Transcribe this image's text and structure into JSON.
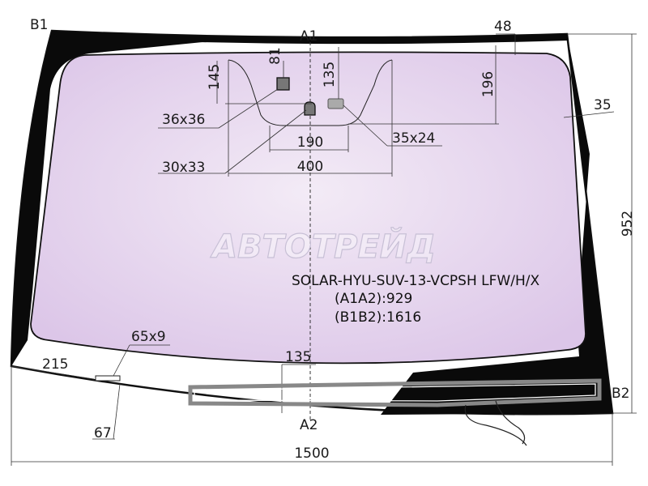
{
  "corner_labels": {
    "b1": "B1",
    "a1": "A1",
    "a2": "A2",
    "b2": "B2"
  },
  "dimensions": {
    "top_band": "48",
    "side_band": "35",
    "height": "952",
    "sensor_offset": "81",
    "mirror_height": "145",
    "cam_offset": "135",
    "zone_height": "196",
    "zone_width_inner": "190",
    "zone_width_outer": "400",
    "sensor_size_1": "36x36",
    "sensor_size_2": "30x33",
    "sensor_size_3": "35x24",
    "bottom_heater": "135",
    "vin_window": "65x9",
    "left_offset": "215",
    "bottom_offset": "67",
    "total_width": "1500"
  },
  "part": {
    "code": "SOLAR-HYU-SUV-13-VCPSH LFW/H/X",
    "a1a2": "(A1A2):929",
    "b1b2": "(B1B2):1616"
  },
  "watermark": "АВТОТРЕЙД",
  "colors": {
    "glass": "#e7d6ef",
    "frit": "#0a0a0a",
    "outline": "#111111"
  }
}
